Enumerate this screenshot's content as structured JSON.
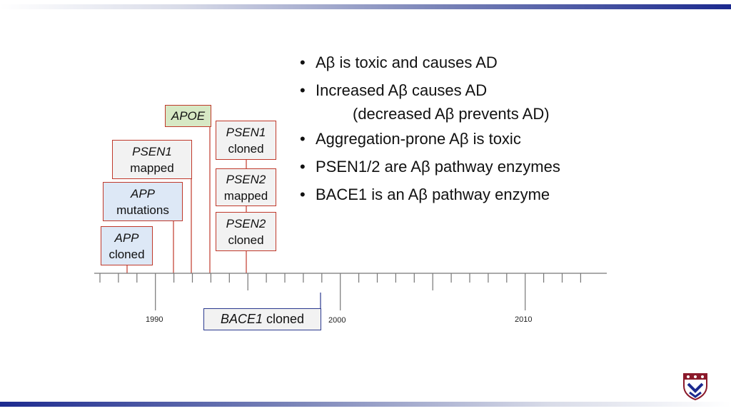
{
  "boxes": {
    "apoe": {
      "gene": "APOE",
      "suffix": ""
    },
    "psen1_cloned": {
      "gene": "PSEN1",
      "suffix": "cloned"
    },
    "psen1_mapped": {
      "gene": "PSEN1",
      "suffix": "mapped"
    },
    "psen2_mapped": {
      "gene": "PSEN2",
      "suffix": "mapped"
    },
    "app_mutations": {
      "gene": "APP",
      "suffix": "mutations"
    },
    "psen2_cloned": {
      "gene": "PSEN2",
      "suffix": "cloned"
    },
    "app_cloned": {
      "gene": "APP",
      "suffix": "cloned"
    },
    "bace1_cloned": {
      "gene": "BACE1",
      "suffix": " cloned"
    }
  },
  "years": {
    "y1990": "1990",
    "y2000": "2000",
    "y2010": "2010"
  },
  "bullets": [
    "Aβ is toxic and causes AD",
    "Increased  Aβ causes AD",
    "(decreased Aβ prevents AD)",
    "Aggregation-prone Aβ is toxic",
    "PSEN1/2 are Aβ pathway enzymes",
    "BACE1 is an Aβ pathway enzyme"
  ],
  "colors": {
    "box_border": "#c0392b",
    "bace_border": "#2b3a8f",
    "apoe_fill": "#d7e8c4",
    "app_fill": "#dde8f6",
    "axis": "#777777"
  },
  "icons": {
    "logo": "penn-shield-icon"
  }
}
